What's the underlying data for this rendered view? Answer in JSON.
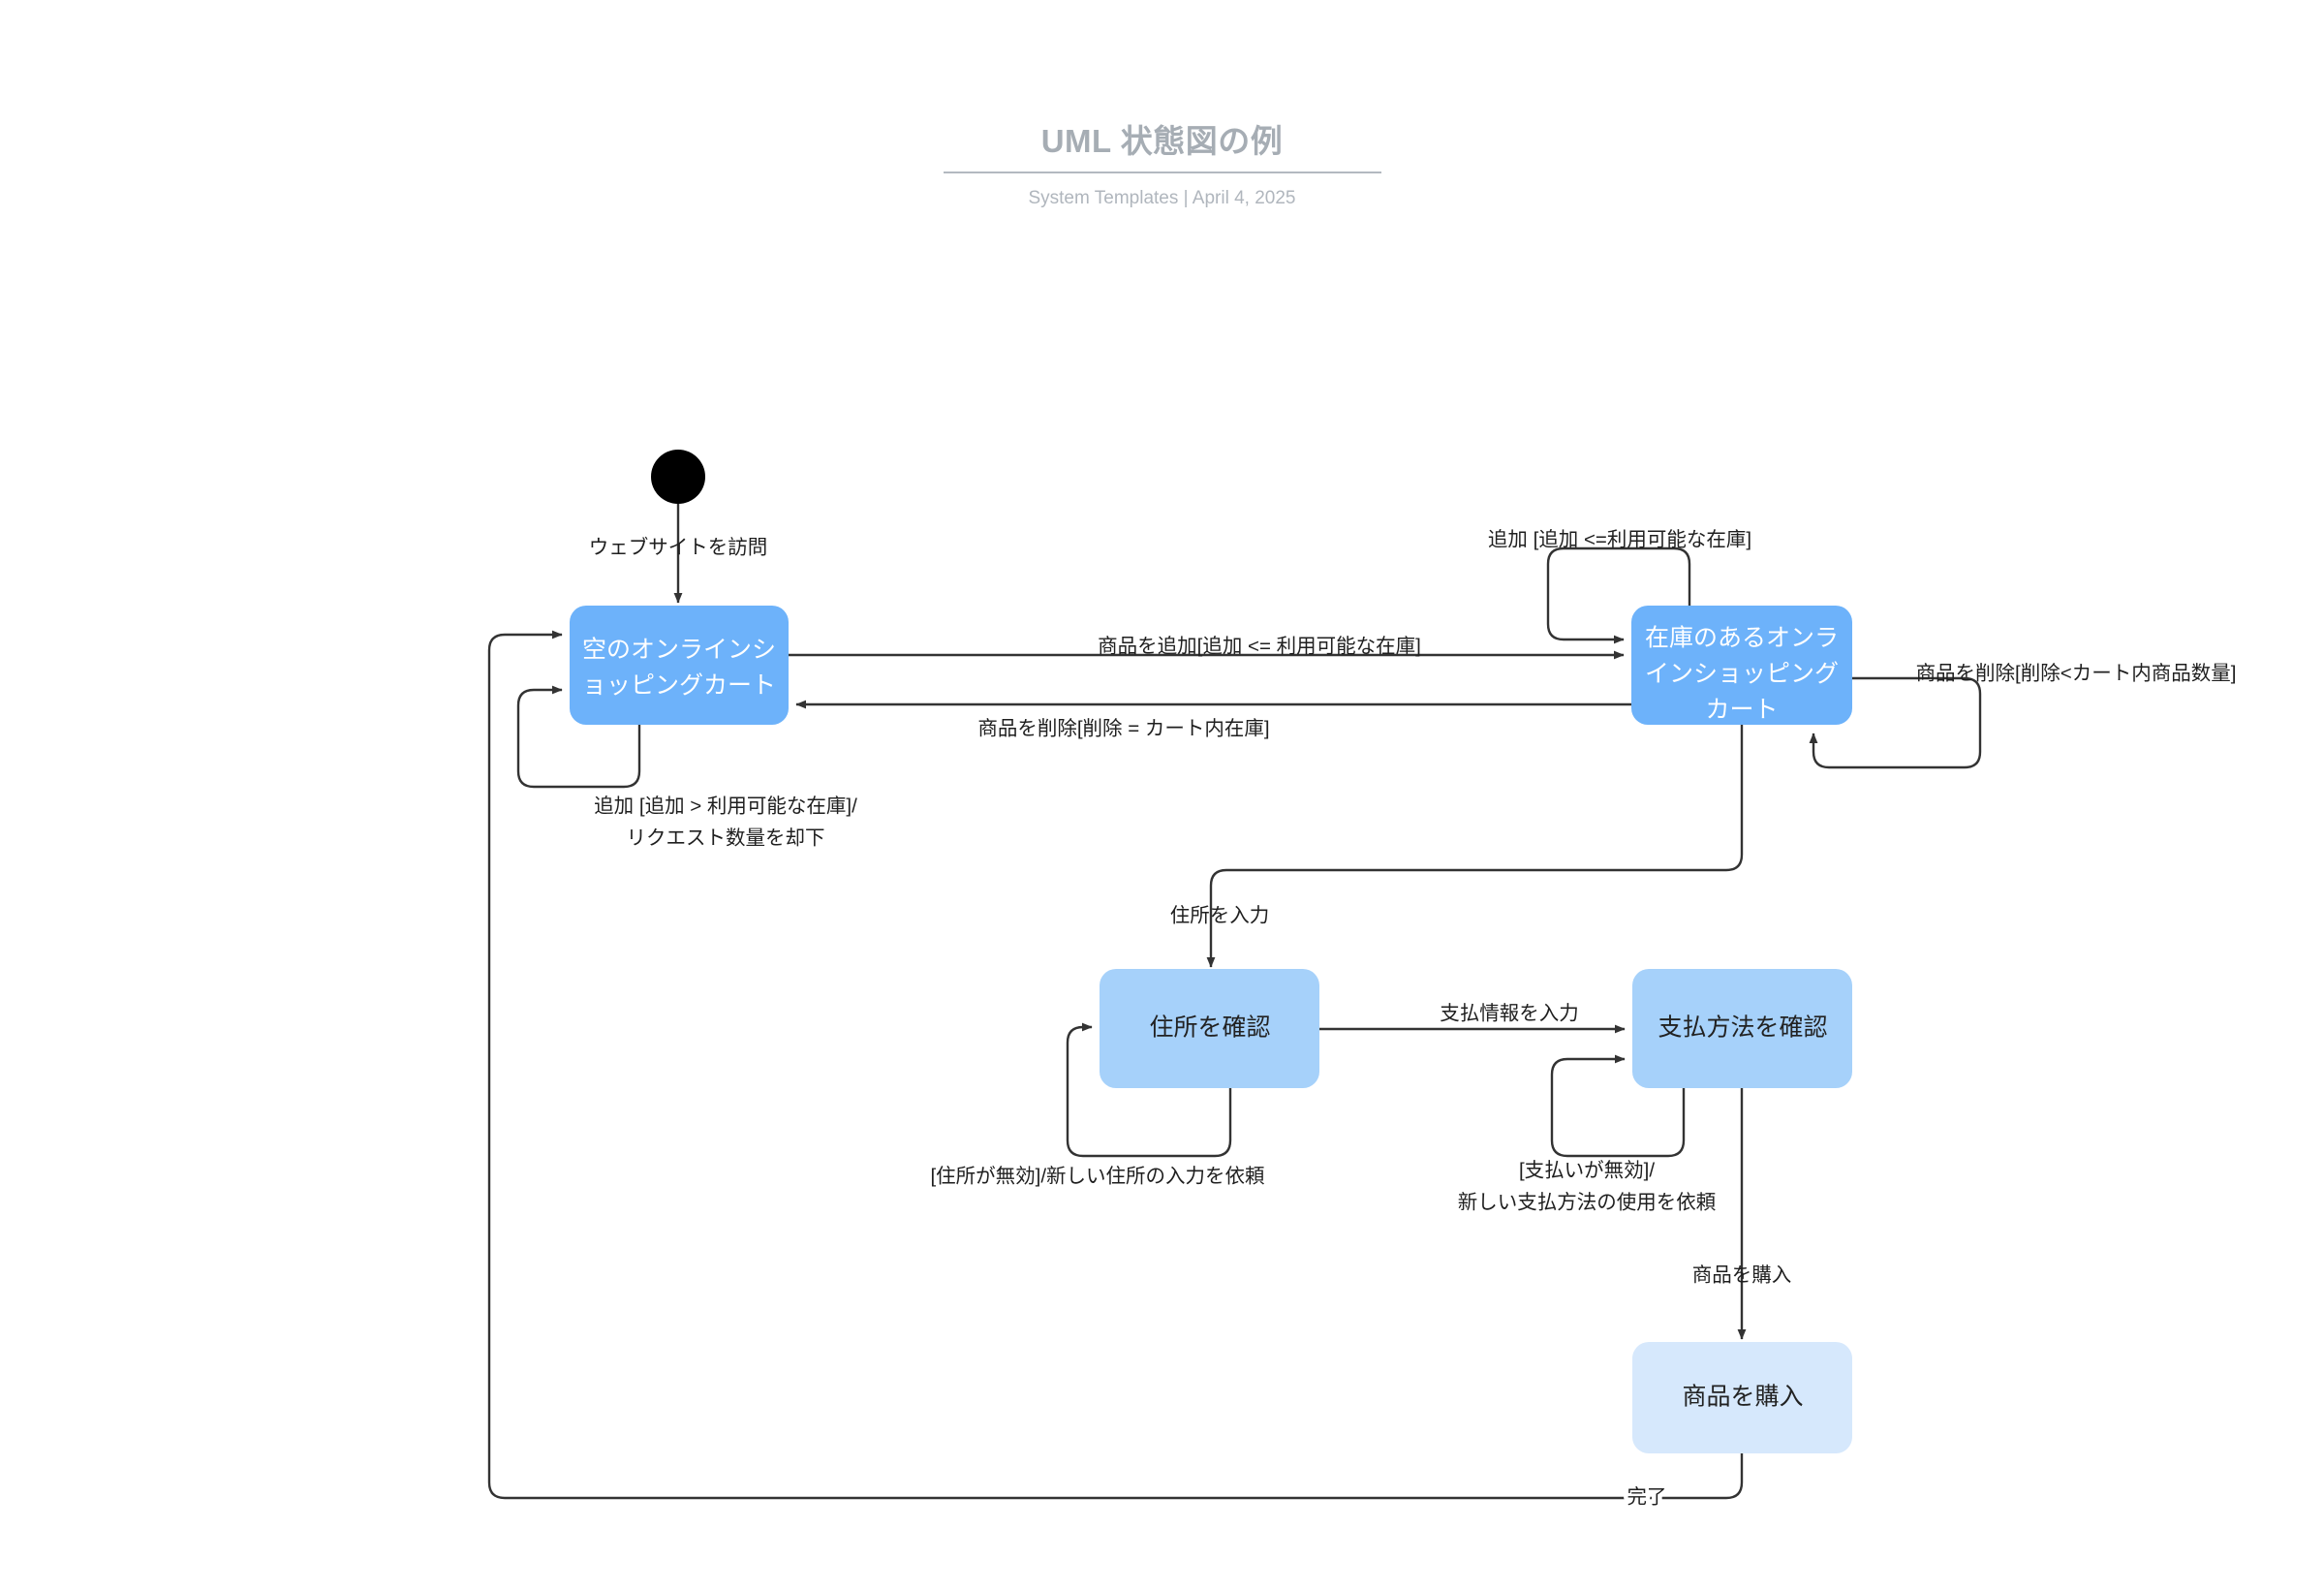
{
  "header": {
    "title": "UML 状態図の例",
    "subtitle": "System Templates  |  April 4, 2025"
  },
  "colors": {
    "state_dark_blue": "#6DB2FA",
    "state_mid_blue": "#A6D1FA",
    "state_light_blue": "#D6E8FC",
    "edge_stroke": "#333333",
    "initial_node": "#000000",
    "title_text": "#A6ADB4",
    "subtitle_text": "#B0B6BD",
    "label_text": "#1F1F1F"
  },
  "diagram": {
    "type": "uml-state-diagram",
    "initial_state": {
      "name": "initial-node",
      "shape": "filled-circle"
    },
    "states": [
      {
        "id": "empty_cart",
        "label_lines": [
          "空のオンラインシ",
          "ョッピングカート"
        ],
        "fill": "state_dark_blue",
        "text": "light"
      },
      {
        "id": "stocked_cart",
        "label_lines": [
          "在庫のあるオンラ",
          "インショッピング",
          "カート"
        ],
        "fill": "state_dark_blue",
        "text": "light"
      },
      {
        "id": "verify_address",
        "label_lines": [
          "住所を確認"
        ],
        "fill": "state_mid_blue",
        "text": "dark"
      },
      {
        "id": "verify_payment",
        "label_lines": [
          "支払方法を確認"
        ],
        "fill": "state_mid_blue",
        "text": "dark"
      },
      {
        "id": "purchase_items",
        "label_lines": [
          "商品を購入"
        ],
        "fill": "state_light_blue",
        "text": "dark"
      }
    ],
    "transitions": [
      {
        "id": "t_visit",
        "from": "initial",
        "to": "empty_cart",
        "label_lines": [
          "ウェブサイトを訪問"
        ]
      },
      {
        "id": "t_add_item",
        "from": "empty_cart",
        "to": "stocked_cart",
        "label_lines": [
          "商品を追加[追加 <= 利用可能な在庫]"
        ]
      },
      {
        "id": "t_remove_all",
        "from": "stocked_cart",
        "to": "empty_cart",
        "label_lines": [
          "商品を削除[削除 = カート内在庫]"
        ]
      },
      {
        "id": "t_empty_selfloop",
        "from": "empty_cart",
        "to": "empty_cart",
        "label_lines": [
          "追加 [追加 > 利用可能な在庫]/",
          "リクエスト数量を却下"
        ]
      },
      {
        "id": "t_stocked_selfloop_add",
        "from": "stocked_cart",
        "to": "stocked_cart",
        "label_lines": [
          "追加 [追加 <=利用可能な在庫]"
        ]
      },
      {
        "id": "t_stocked_selfloop_remove",
        "from": "stocked_cart",
        "to": "stocked_cart",
        "label_lines": [
          "商品を削除[削除<カート内商品数量]"
        ]
      },
      {
        "id": "t_enter_address",
        "from": "stocked_cart",
        "to": "verify_address",
        "label_lines": [
          "住所を入力"
        ]
      },
      {
        "id": "t_address_invalid",
        "from": "verify_address",
        "to": "verify_address",
        "label_lines": [
          "[住所が無効]/新しい住所の入力を依頼"
        ]
      },
      {
        "id": "t_enter_payment",
        "from": "verify_address",
        "to": "verify_payment",
        "label_lines": [
          "支払情報を入力"
        ]
      },
      {
        "id": "t_payment_invalid",
        "from": "verify_payment",
        "to": "verify_payment",
        "label_lines": [
          "[支払いが無効]/",
          "新しい支払方法の使用を依頼"
        ]
      },
      {
        "id": "t_buy_items",
        "from": "verify_payment",
        "to": "purchase_items",
        "label_lines": [
          "商品を購入"
        ]
      },
      {
        "id": "t_complete",
        "from": "purchase_items",
        "to": "empty_cart",
        "label_lines": [
          "完了"
        ]
      }
    ]
  }
}
